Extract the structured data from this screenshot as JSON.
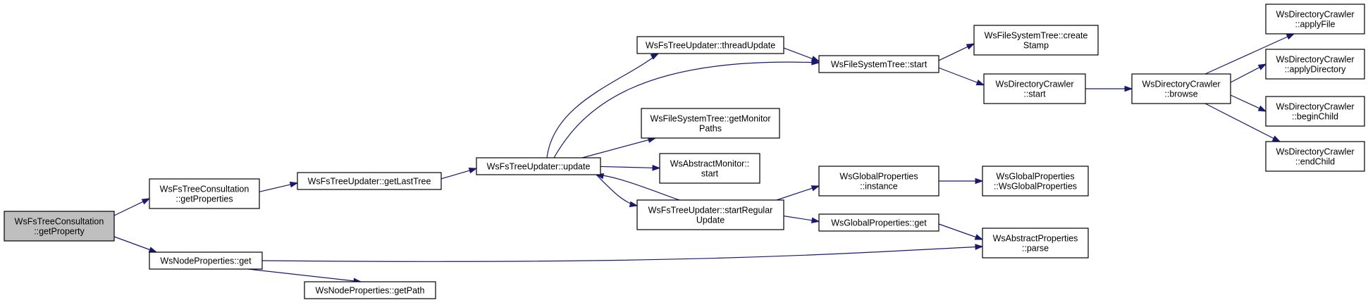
{
  "colors": {
    "edge": "#191970",
    "root_fill": "#bfbfbf",
    "node_fill": "#ffffff",
    "node_border": "#000000"
  },
  "nodes": [
    {
      "id": "root",
      "lines": [
        "WsFsTreeConsultation",
        "::getProperty"
      ],
      "highlighted": true
    },
    {
      "id": "getProperties",
      "lines": [
        "WsFsTreeConsultation",
        "::getProperties"
      ]
    },
    {
      "id": "nodeGet",
      "lines": [
        "WsNodeProperties::get"
      ]
    },
    {
      "id": "getLastTree",
      "lines": [
        "WsFsTreeUpdater::getLastTree"
      ]
    },
    {
      "id": "getPath",
      "lines": [
        "WsNodeProperties::getPath"
      ]
    },
    {
      "id": "update",
      "lines": [
        "WsFsTreeUpdater::update"
      ]
    },
    {
      "id": "threadUpdate",
      "lines": [
        "WsFsTreeUpdater::threadUpdate"
      ]
    },
    {
      "id": "getMonitorPaths",
      "lines": [
        "WsFileSystemTree::getMonitor",
        "Paths"
      ]
    },
    {
      "id": "monitorStart",
      "lines": [
        "WsAbstractMonitor::",
        "start"
      ]
    },
    {
      "id": "startRegular",
      "lines": [
        "WsFsTreeUpdater::startRegular",
        "Update"
      ]
    },
    {
      "id": "fstStart",
      "lines": [
        "WsFileSystemTree::start"
      ]
    },
    {
      "id": "gpInstance",
      "lines": [
        "WsGlobalProperties",
        "::instance"
      ]
    },
    {
      "id": "gpGet",
      "lines": [
        "WsGlobalProperties::get"
      ]
    },
    {
      "id": "createStamp",
      "lines": [
        "WsFileSystemTree::create",
        "Stamp"
      ]
    },
    {
      "id": "dcStart",
      "lines": [
        "WsDirectoryCrawler",
        "::start"
      ]
    },
    {
      "id": "gpCtor",
      "lines": [
        "WsGlobalProperties",
        "::WsGlobalProperties"
      ]
    },
    {
      "id": "apParse",
      "lines": [
        "WsAbstractProperties",
        "::parse"
      ]
    },
    {
      "id": "browse",
      "lines": [
        "WsDirectoryCrawler",
        "::browse"
      ]
    },
    {
      "id": "applyFile",
      "lines": [
        "WsDirectoryCrawler",
        "::applyFile"
      ]
    },
    {
      "id": "applyDirectory",
      "lines": [
        "WsDirectoryCrawler",
        "::applyDirectory"
      ]
    },
    {
      "id": "beginChild",
      "lines": [
        "WsDirectoryCrawler",
        "::beginChild"
      ]
    },
    {
      "id": "endChild",
      "lines": [
        "WsDirectoryCrawler",
        "::endChild"
      ]
    }
  ],
  "edges": [
    {
      "from": "root",
      "to": "getProperties"
    },
    {
      "from": "root",
      "to": "nodeGet"
    },
    {
      "from": "getProperties",
      "to": "getLastTree"
    },
    {
      "from": "getLastTree",
      "to": "update"
    },
    {
      "from": "update",
      "to": "threadUpdate"
    },
    {
      "from": "update",
      "to": "fstStart"
    },
    {
      "from": "update",
      "to": "getMonitorPaths"
    },
    {
      "from": "update",
      "to": "monitorStart"
    },
    {
      "from": "update",
      "to": "startRegular"
    },
    {
      "from": "startRegular",
      "to": "update"
    },
    {
      "from": "threadUpdate",
      "to": "fstStart"
    },
    {
      "from": "startRegular",
      "to": "gpInstance"
    },
    {
      "from": "startRegular",
      "to": "gpGet"
    },
    {
      "from": "fstStart",
      "to": "createStamp"
    },
    {
      "from": "fstStart",
      "to": "dcStart"
    },
    {
      "from": "dcStart",
      "to": "browse"
    },
    {
      "from": "browse",
      "to": "applyFile"
    },
    {
      "from": "browse",
      "to": "applyDirectory"
    },
    {
      "from": "browse",
      "to": "beginChild"
    },
    {
      "from": "browse",
      "to": "endChild"
    },
    {
      "from": "gpInstance",
      "to": "gpCtor"
    },
    {
      "from": "gpGet",
      "to": "apParse"
    },
    {
      "from": "nodeGet",
      "to": "apParse"
    },
    {
      "from": "nodeGet",
      "to": "getPath"
    }
  ]
}
